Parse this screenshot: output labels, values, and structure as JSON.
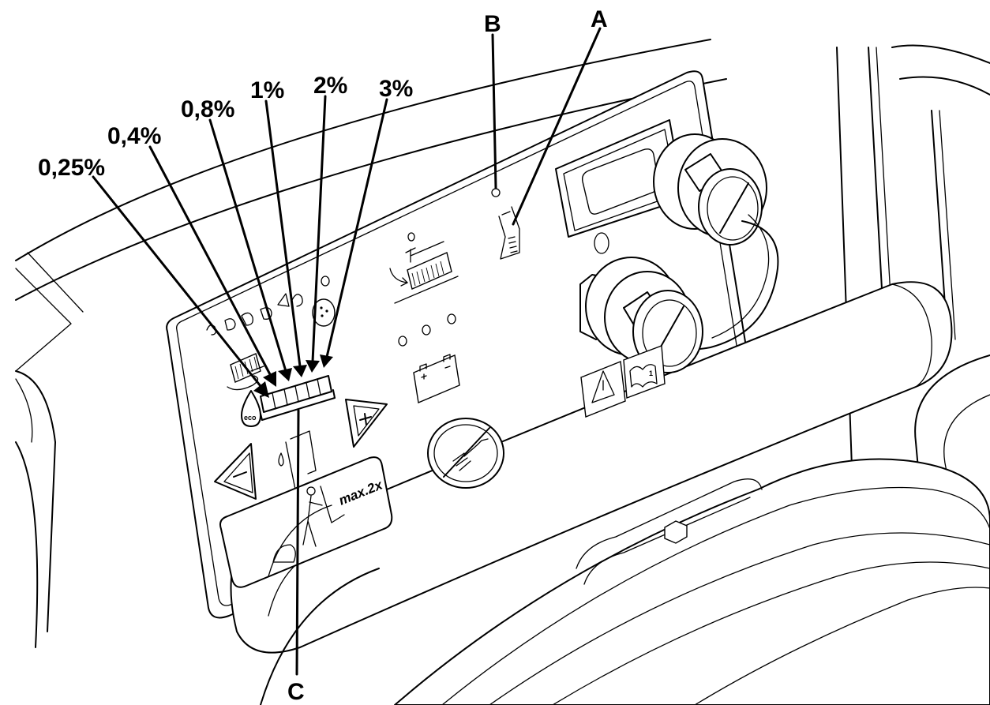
{
  "callouts": {
    "pct_025": "0,25%",
    "pct_04": "0,4%",
    "pct_08": "0,8%",
    "pct_1": "1%",
    "pct_2": "2%",
    "pct_3": "3%",
    "label_a": "A",
    "label_b": "B",
    "label_c": "C"
  },
  "panel": {
    "eco_label": "eco",
    "slope_label": "max.2x",
    "manual_ref": "1"
  },
  "colors": {
    "line": "#000000",
    "background": "#ffffff"
  }
}
